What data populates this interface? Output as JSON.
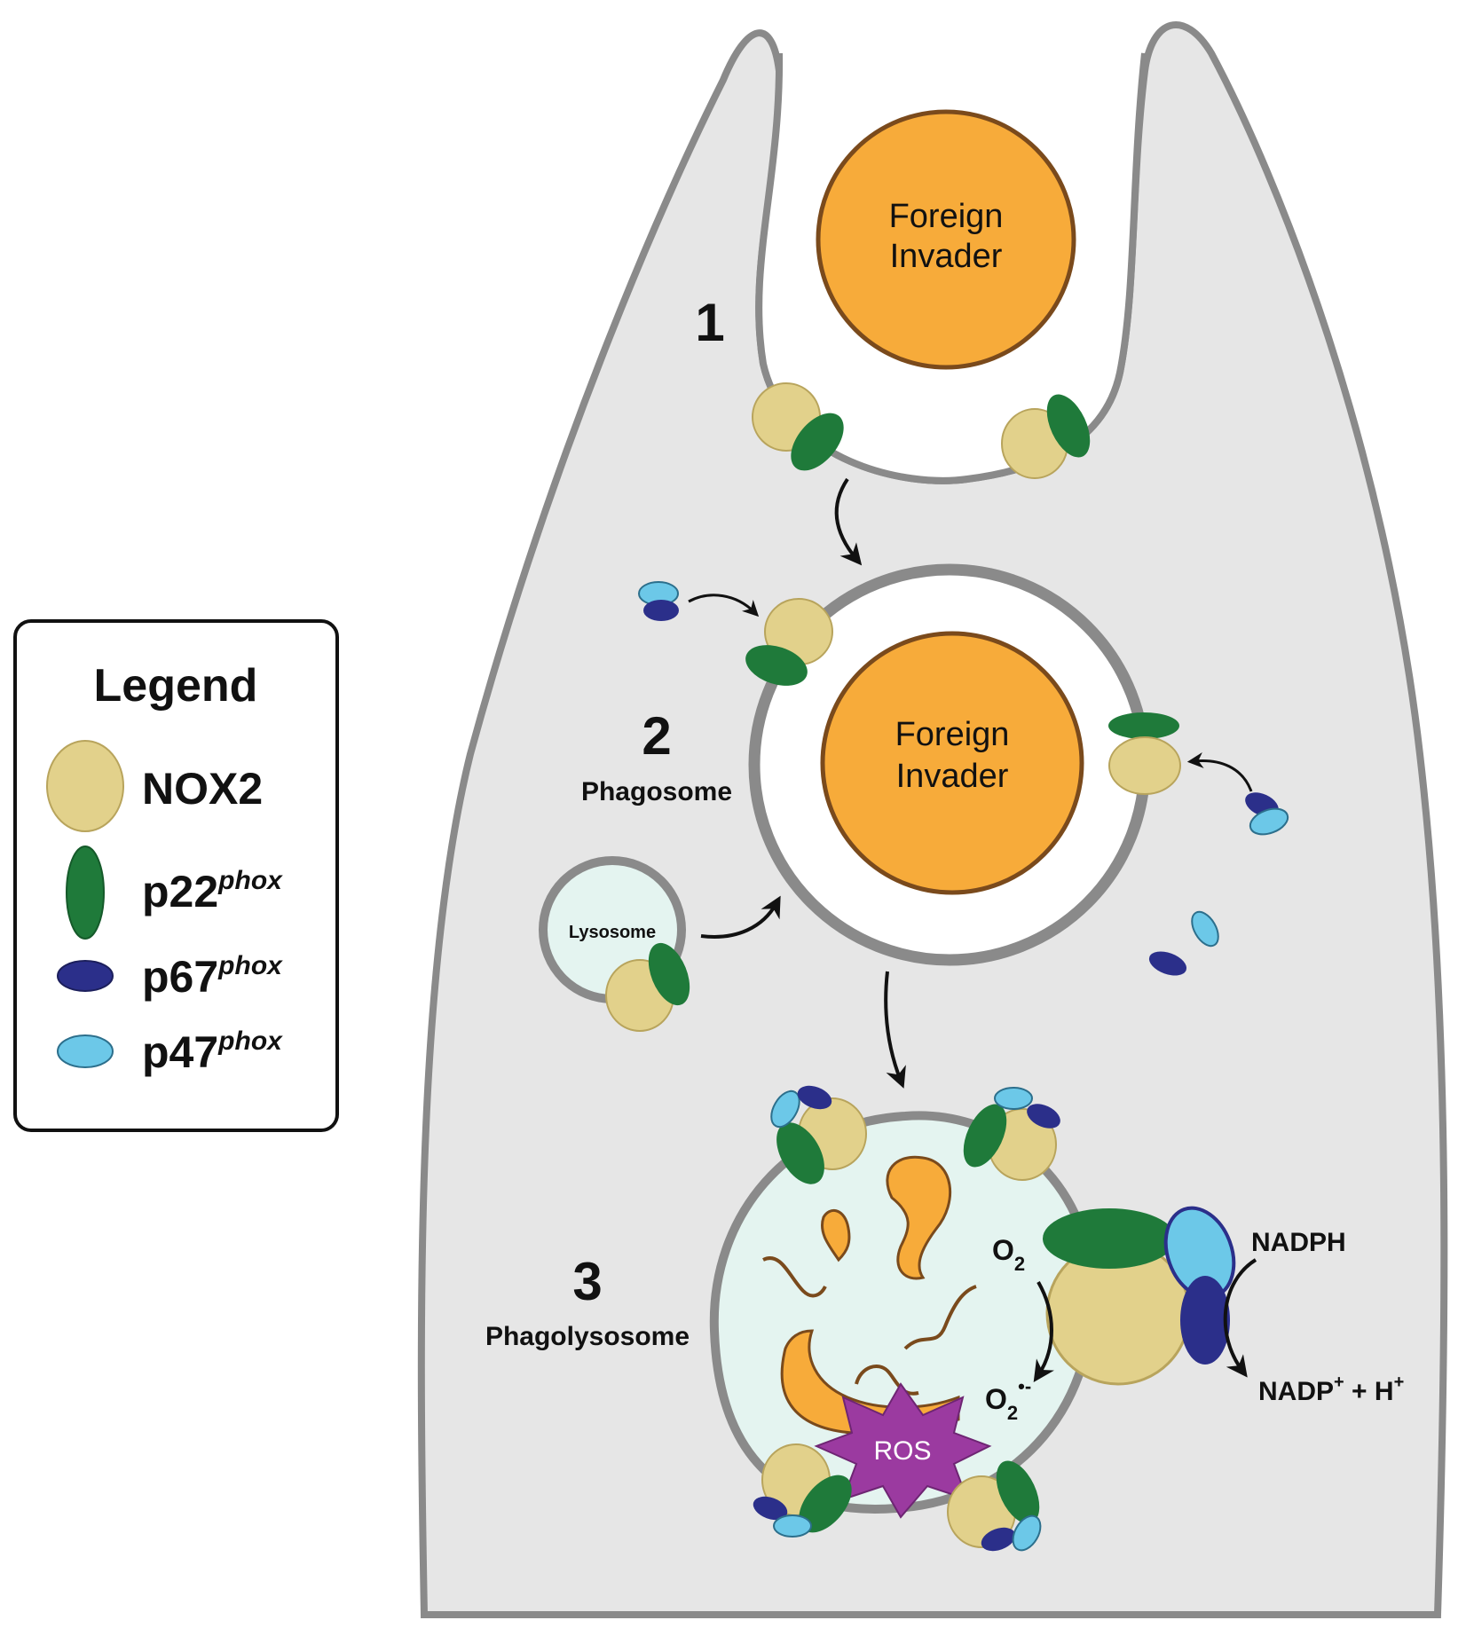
{
  "legend": {
    "title": "Legend",
    "items": [
      {
        "name": "NOX2",
        "sup": "",
        "color": "#e2d18b"
      },
      {
        "name": "p22",
        "sup": "phox",
        "color": "#1f7a3a"
      },
      {
        "name": "p67",
        "sup": "phox",
        "color": "#2b2f8a"
      },
      {
        "name": "p47",
        "sup": "phox",
        "color": "#6cc8e8"
      }
    ]
  },
  "steps": {
    "one": {
      "number": "1",
      "invader": [
        "Foreign",
        "Invader"
      ]
    },
    "two": {
      "number": "2",
      "label": "Phagosome",
      "invader": [
        "Foreign",
        "Invader"
      ],
      "lysosome": "Lysosome"
    },
    "three": {
      "number": "3",
      "label": "Phagolysosome",
      "ros": "ROS"
    }
  },
  "reaction": {
    "o2": "O",
    "o2_sub": "2",
    "superoxide": "O",
    "superoxide_sub": "2",
    "superoxide_sup": "•-",
    "nadph": "NADPH",
    "nadp": "NADP",
    "nadp_sup": "+",
    "plus": " + H",
    "h_sup": "+"
  },
  "colors": {
    "cell": "#e6e6e6",
    "membrane": "#8a8a8a",
    "invader": "#f7ab3a",
    "invader_edge": "#7a4a1c",
    "lysosome": "#e4f4f0",
    "nox2": "#e2d18b",
    "p22": "#1f7a3a",
    "p67": "#2b2f8a",
    "p47": "#6cc8e8",
    "ros": "#9b3aa0"
  }
}
